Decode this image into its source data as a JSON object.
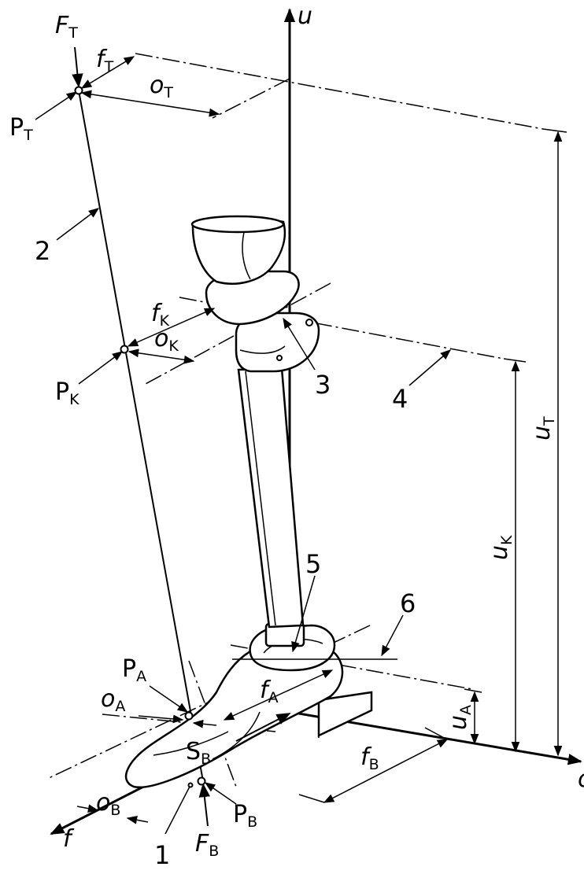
{
  "axes": {
    "u": "u",
    "o": "o",
    "f": "f"
  },
  "points": {
    "PT": {
      "main": "P",
      "sub": "T"
    },
    "PK": {
      "main": "P",
      "sub": "K"
    },
    "PA": {
      "main": "P",
      "sub": "A"
    },
    "PB": {
      "main": "P",
      "sub": "B"
    }
  },
  "forces": {
    "FT": {
      "main": "F",
      "sub": "T"
    },
    "FB": {
      "main": "F",
      "sub": "B"
    }
  },
  "dimensions": {
    "fT": {
      "main": "f",
      "sub": "T"
    },
    "oT": {
      "main": "o",
      "sub": "T"
    },
    "fK": {
      "main": "f",
      "sub": "K"
    },
    "oK": {
      "main": "o",
      "sub": "K"
    },
    "fA": {
      "main": "f",
      "sub": "A"
    },
    "oA": {
      "main": "o",
      "sub": "A"
    },
    "fB": {
      "main": "f",
      "sub": "B"
    },
    "oB": {
      "main": "o",
      "sub": "B"
    },
    "SB": {
      "main": "S",
      "sub": "B"
    },
    "uT": {
      "main": "u",
      "sub": "T"
    },
    "uK": {
      "main": "u",
      "sub": "K"
    },
    "uA": {
      "main": "u",
      "sub": "A"
    }
  },
  "callouts": [
    "1",
    "2",
    "3",
    "4",
    "5",
    "6"
  ]
}
